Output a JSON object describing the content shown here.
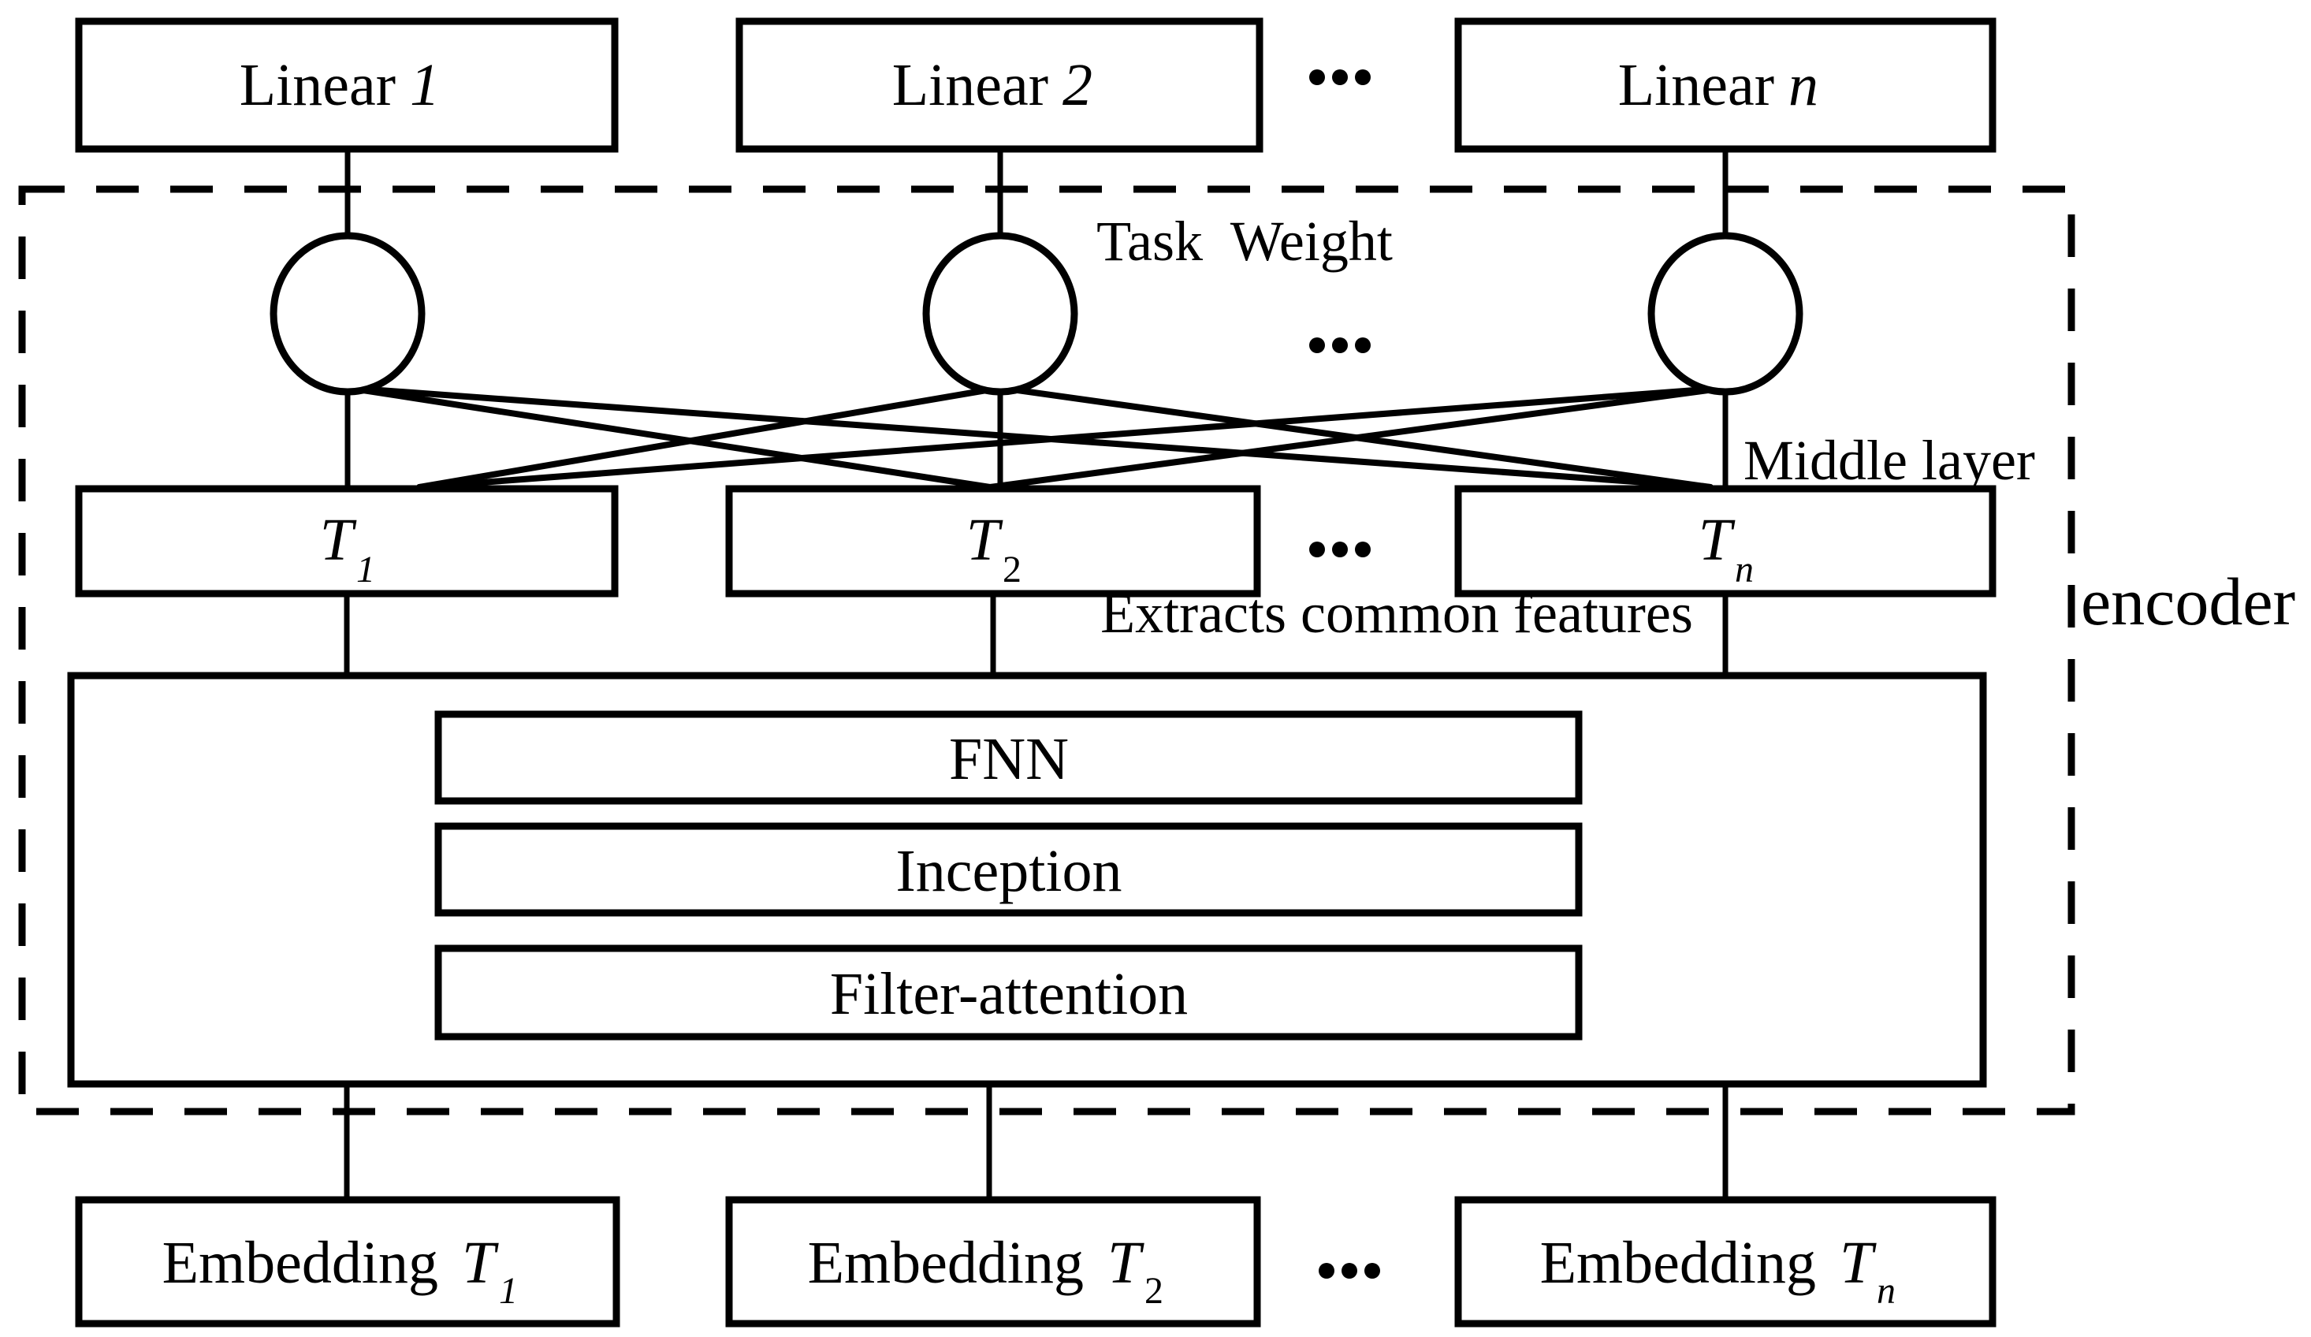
{
  "figure": {
    "background": "#ffffff",
    "ink": "#000000"
  },
  "annotations": {
    "task_weight": "Task  Weight",
    "middle_layer": "Middle layer",
    "extracts_common_features": "Extracts common features",
    "encoder": "encoder",
    "ellipsis": "..."
  },
  "linear_layers": [
    {
      "prefix": "Linear",
      "index": "1"
    },
    {
      "prefix": "Linear",
      "index": "2"
    },
    {
      "prefix": "Linear",
      "index": "n"
    }
  ],
  "task_nodes": [
    {
      "base": "T",
      "sub": "1"
    },
    {
      "base": "T",
      "sub": "2"
    },
    {
      "base": "T",
      "sub": "n"
    }
  ],
  "shared_blocks": [
    {
      "label": "FNN"
    },
    {
      "label": "Inception"
    },
    {
      "label": "Filter-attention"
    }
  ],
  "embeddings": [
    {
      "prefix": "Embedding",
      "base": "T",
      "sub": "1"
    },
    {
      "prefix": "Embedding",
      "base": "T",
      "sub": "2"
    },
    {
      "prefix": "Embedding",
      "base": "T",
      "sub": "n"
    }
  ]
}
